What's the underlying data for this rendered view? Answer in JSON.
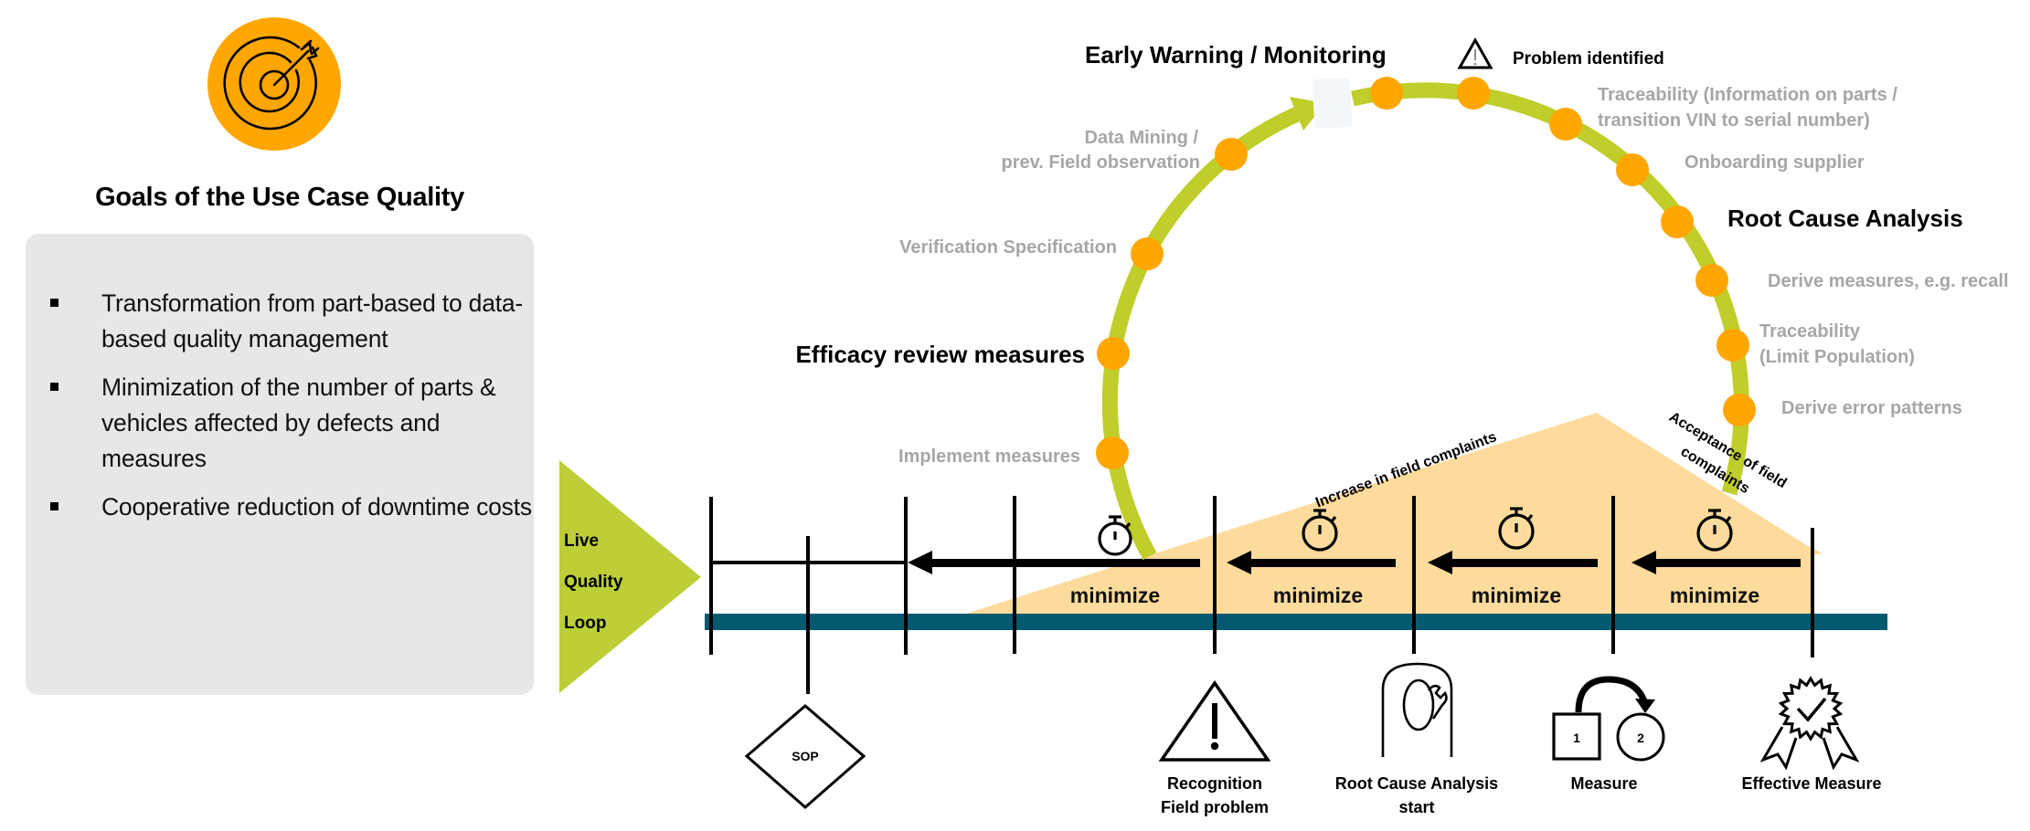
{
  "colors": {
    "accent_orange": "#FFA600",
    "loop_green": "#BFCE2B",
    "timeline_teal": "#055A70",
    "complaint_area": "#FDDB9C",
    "panel_grey": "#E7E7E7",
    "label_grey": "#A6A6A6"
  },
  "goals": {
    "icon": "target-arrow-icon",
    "title": "Goals of the Use Case Quality",
    "items": [
      "Transformation from part-based to data-based quality management",
      "Minimization of the number of parts & vehicles affected by defects and measures",
      "Cooperative reduction of downtime costs"
    ]
  },
  "loop": {
    "label_lines": [
      "Live",
      "Quality",
      "Loop"
    ],
    "phases": {
      "early_warning": "Early Warning / Monitoring",
      "problem_identified": "Problem identified",
      "root_cause": "Root Cause Analysis",
      "efficacy_review": "Efficacy review measures"
    },
    "steps": {
      "data_mining_1": "Data Mining /",
      "data_mining_2": "prev. Field observation",
      "verification": "Verification Specification",
      "implement": "Implement measures",
      "traceability_info_1": "Traceability (Information on parts /",
      "traceability_info_2": "transition VIN to serial number)",
      "onboarding": "Onboarding supplier",
      "derive_measures": "Derive measures, e.g. recall",
      "traceability_limit_1": "Traceability",
      "traceability_limit_2": "(Limit Population)",
      "derive_patterns": "Derive error patterns"
    }
  },
  "timeline": {
    "minimize_labels": [
      "minimize",
      "minimize",
      "minimize",
      "minimize"
    ],
    "increase_label": "Increase in field complaints",
    "acceptance_label_1": "Acceptance of field",
    "acceptance_label_2": "complaints",
    "milestones": [
      {
        "icon": "sop-diamond-icon",
        "label_lines": [
          "SOP"
        ]
      },
      {
        "icon": "warning-triangle-icon",
        "label_lines": [
          "Recognition",
          "Field problem"
        ]
      },
      {
        "icon": "person-wrench-icon",
        "label_lines": [
          "Root Cause Analysis",
          "start"
        ]
      },
      {
        "icon": "measure-steps-icon",
        "label_lines": [
          "Measure"
        ],
        "step_numbers": [
          "1",
          "2"
        ]
      },
      {
        "icon": "award-check-icon",
        "label_lines": [
          "Effective Measure"
        ]
      }
    ]
  }
}
